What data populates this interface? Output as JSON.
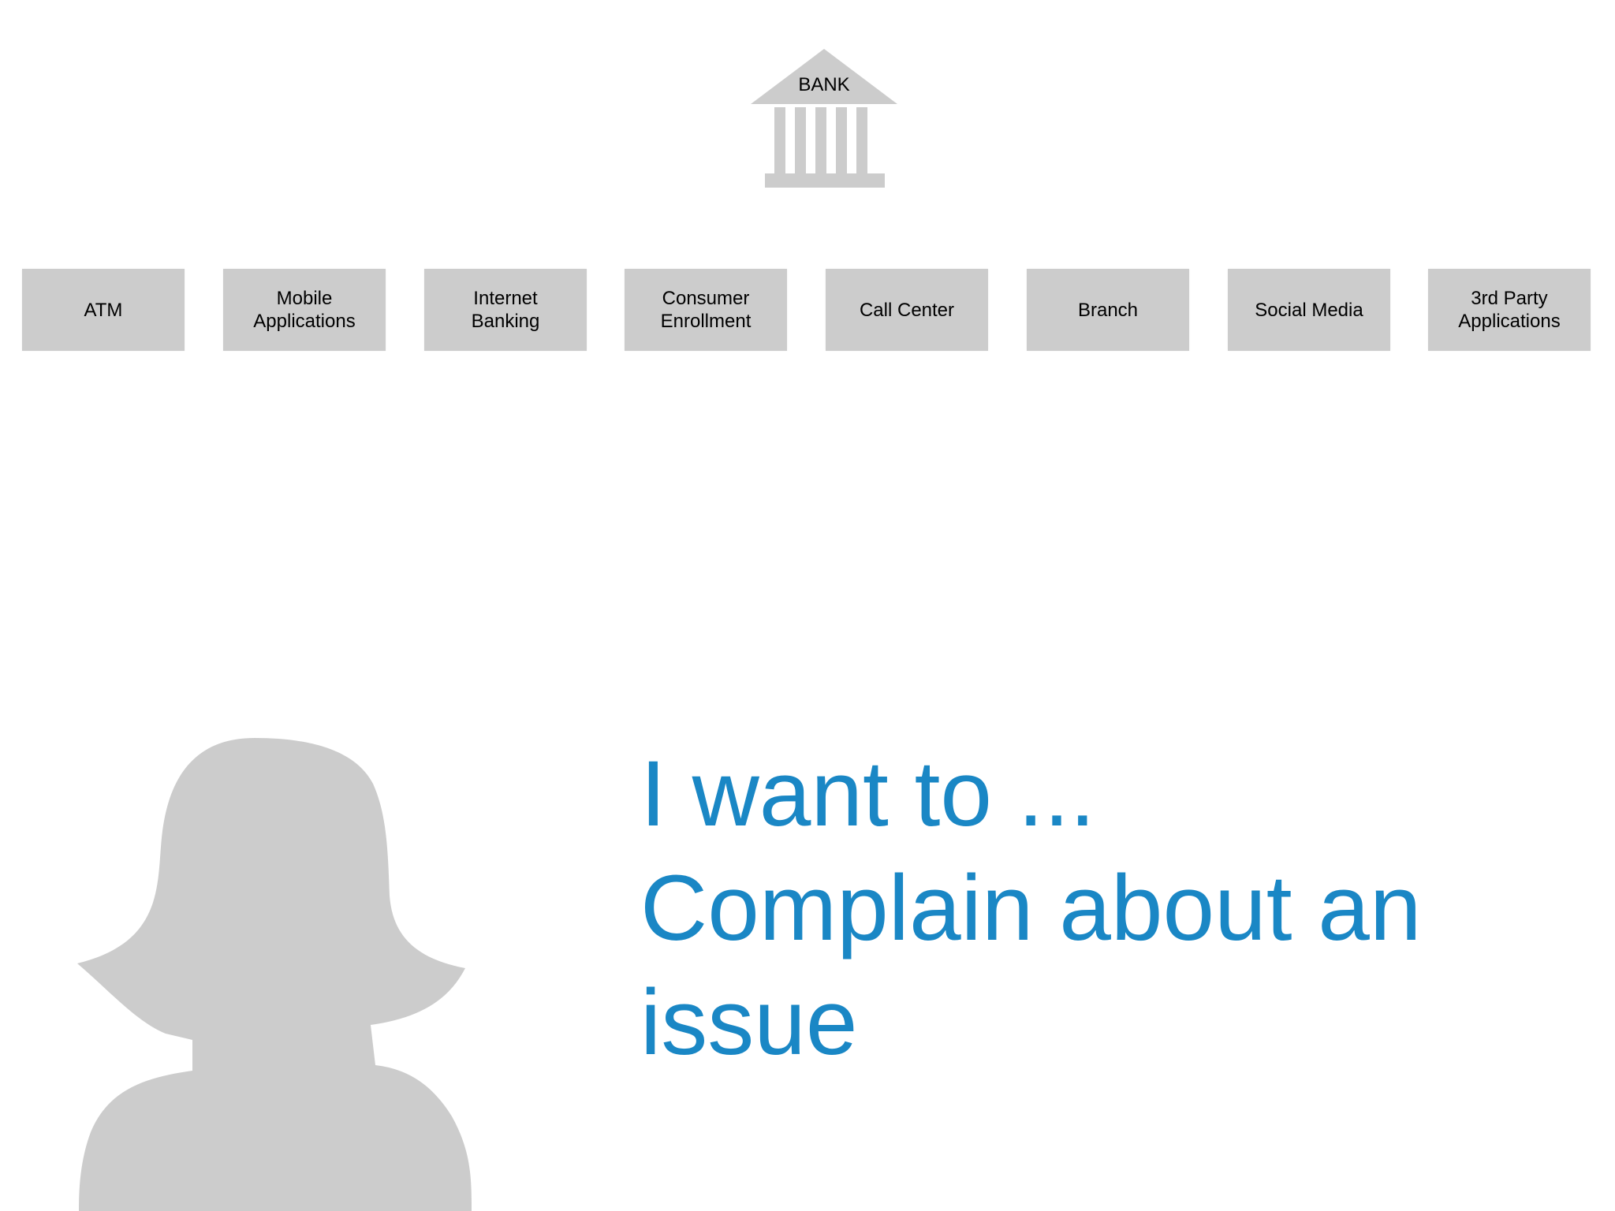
{
  "bank": {
    "label": "BANK"
  },
  "channels": [
    {
      "label": "ATM"
    },
    {
      "label": "Mobile\nApplications"
    },
    {
      "label": "Internet\nBanking"
    },
    {
      "label": "Consumer\nEnrollment"
    },
    {
      "label": "Call Center"
    },
    {
      "label": "Branch"
    },
    {
      "label": "Social Media"
    },
    {
      "label": "3rd Party\nApplications"
    }
  ],
  "message": {
    "line1": "I want to ...",
    "line2": "Complain about an",
    "line3": "issue"
  },
  "colors": {
    "shape_gray": "#cccccc",
    "message_blue": "#1a87c5"
  },
  "icons": {
    "bank": "bank-building-icon",
    "person": "person-silhouette-icon"
  }
}
